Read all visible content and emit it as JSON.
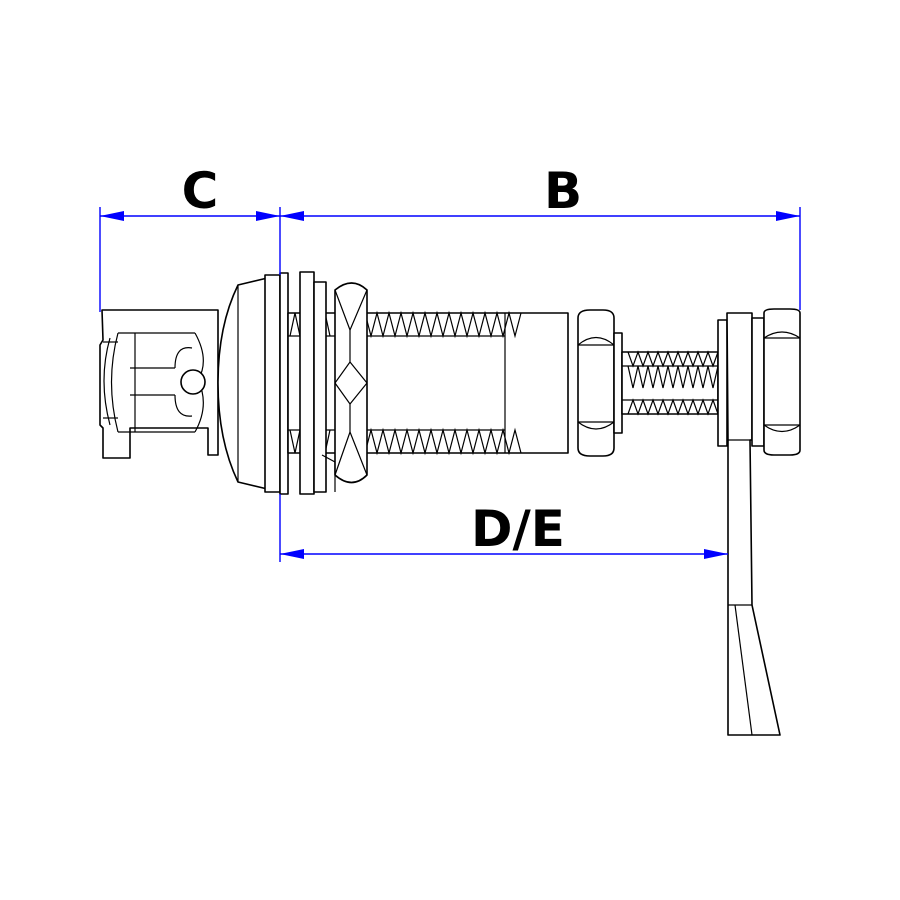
{
  "dimensions": {
    "c": {
      "label": "C"
    },
    "b": {
      "label": "B"
    },
    "de": {
      "label": "D/E"
    }
  },
  "colors": {
    "dimension": "#0000ff",
    "outline": "#000000",
    "background": "#ffffff"
  }
}
